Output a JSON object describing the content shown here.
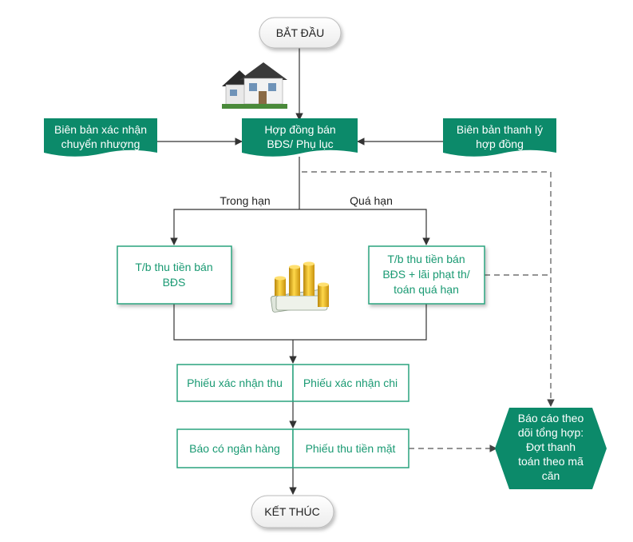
{
  "diagram": {
    "start": "BẮT ĐẦU",
    "end": "KẾT THÚC",
    "contract_lines": [
      "Hợp đồng bán",
      "BĐS/ Phụ lục"
    ],
    "transfer_doc_lines": [
      "Biên bản xác nhận",
      "chuyển nhượng"
    ],
    "liquidation_doc_lines": [
      "Biên bản thanh lý",
      "hợp đồng"
    ],
    "branch_on_time": "Trong hạn",
    "branch_overdue": "Quá hạn",
    "notice_on_time_lines": [
      "T/b thu tiền bán",
      "BĐS"
    ],
    "notice_overdue_lines": [
      "T/b thu tiền bán",
      "BĐS + lãi phạt th/",
      "toán quá hạn"
    ],
    "receipt_confirm": "Phiếu xác nhận thu",
    "payment_confirm": "Phiếu xác nhận chi",
    "bank_credit": "Báo có ngân hàng",
    "cash_receipt": "Phiếu thu tiền mặt",
    "report_lines": [
      "Báo cáo theo",
      "dõi tổng hợp:",
      "Đợt thanh",
      "toán theo mã",
      "căn"
    ],
    "icons": [
      "house-icon",
      "coins-money-icon"
    ],
    "colors": {
      "teal": "#0c8a6a",
      "teal_text": "#1a9a73",
      "box_border": "#2aa37e",
      "line": "#333333",
      "dashed": "#555555"
    }
  }
}
